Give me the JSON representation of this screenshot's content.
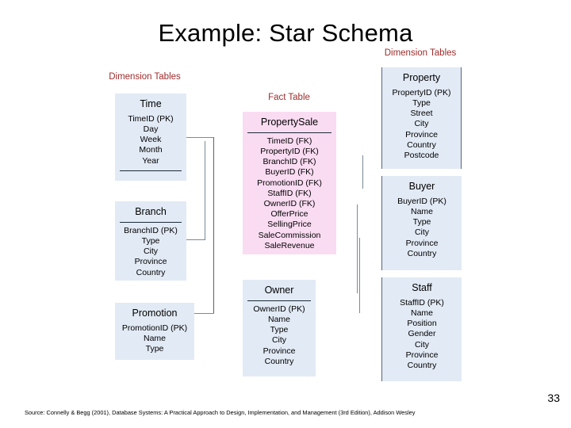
{
  "slide": {
    "title": "Example: Star Schema",
    "page_number": "33",
    "source_note": "Source: Connelly & Begg (2001), Database Systems: A Practical Approach to Design, Implementation, and Management (3rd Edition), Addison Wesley",
    "colors": {
      "dimension_box": "#e2eaf5",
      "fact_box": "#fadcf2",
      "caption_text": "#9e2b2b",
      "rule": "#1c2b3a",
      "connector": "#7a8a96",
      "background": "#ffffff"
    }
  },
  "captions": {
    "dimension_tables_left": "Dimension Tables",
    "dimension_tables_right": "Dimension Tables",
    "fact_table": "Fact Table"
  },
  "tables": {
    "time": {
      "name": "Time",
      "kind": "dimension",
      "fields": [
        "TimeID (PK)",
        "Day",
        "Week",
        "Month",
        "Year"
      ]
    },
    "branch": {
      "name": "Branch",
      "kind": "dimension",
      "fields": [
        "BranchID (PK)",
        "Type",
        "City",
        "Province",
        "Country"
      ]
    },
    "promotion": {
      "name": "Promotion",
      "kind": "dimension",
      "fields": [
        "PromotionID (PK)",
        "Name",
        "Type"
      ]
    },
    "propertysale": {
      "name": "PropertySale",
      "kind": "fact",
      "fields": [
        "TimeID (FK)",
        "PropertyID (FK)",
        "BranchID (FK)",
        "BuyerID (FK)",
        "PromotionID (FK)",
        "StaffID (FK)",
        "OwnerID (FK)",
        "OfferPrice",
        "SellingPrice",
        "SaleCommission",
        "SaleRevenue"
      ]
    },
    "owner": {
      "name": "Owner",
      "kind": "dimension",
      "fields": [
        "OwnerID (PK)",
        "Name",
        "Type",
        "City",
        "Province",
        "Country"
      ]
    },
    "property": {
      "name": "Property",
      "kind": "dimension",
      "fields": [
        "PropertyID (PK)",
        "Type",
        "Street",
        "City",
        "Province",
        "Country",
        "Postcode"
      ]
    },
    "buyer": {
      "name": "Buyer",
      "kind": "dimension",
      "fields": [
        "BuyerID (PK)",
        "Name",
        "Type",
        "City",
        "Province",
        "Country"
      ]
    },
    "staff": {
      "name": "Staff",
      "kind": "dimension",
      "fields": [
        "StaffID (PK)",
        "Name",
        "Position",
        "Gender",
        "City",
        "Province",
        "Country"
      ]
    }
  },
  "relationships": [
    {
      "from": "time",
      "to": "propertysale"
    },
    {
      "from": "branch",
      "to": "propertysale"
    },
    {
      "from": "promotion",
      "to": "propertysale"
    },
    {
      "from": "property",
      "to": "propertysale"
    },
    {
      "from": "buyer",
      "to": "propertysale"
    },
    {
      "from": "staff",
      "to": "propertysale"
    },
    {
      "from": "owner",
      "to": "propertysale"
    }
  ]
}
